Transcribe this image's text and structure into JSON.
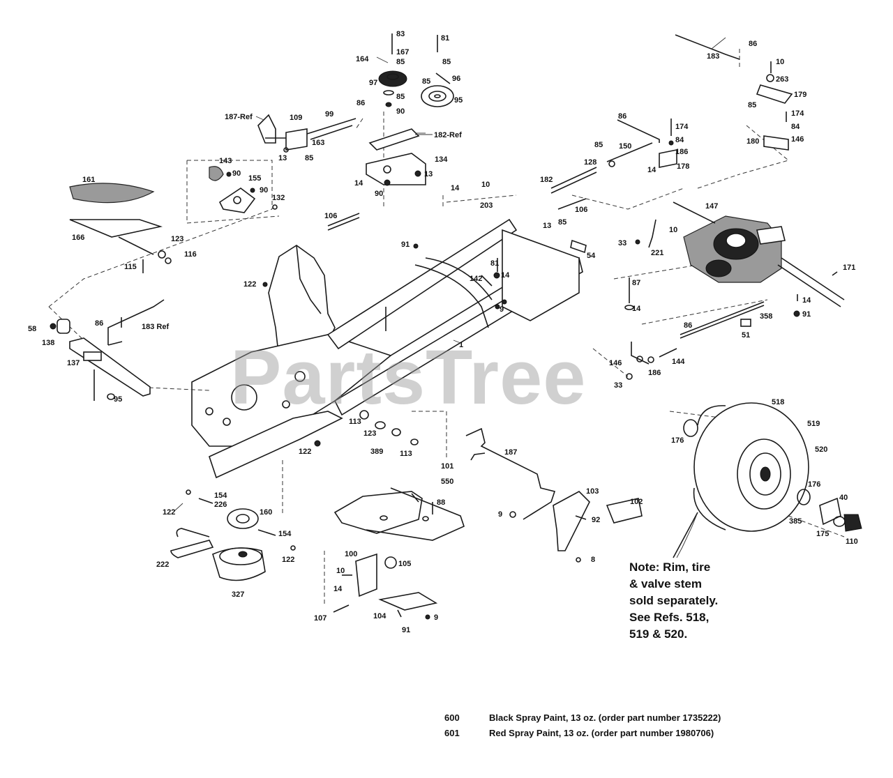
{
  "watermark": "PartsTree",
  "note": {
    "lines": [
      "Note:  Rim, tire",
      "& valve stem",
      "sold separately.",
      "See Refs. 518,",
      "519 & 520."
    ]
  },
  "paint_list": [
    {
      "number": "600",
      "description": "Black Spray Paint, 13 oz. (order part number 1735222)"
    },
    {
      "number": "601",
      "description": "Red Spray Paint, 13 oz. (order part number 1980706)"
    }
  ],
  "callouts": {
    "c83": "83",
    "c81": "81",
    "c167": "167",
    "c164": "164",
    "c85a": "85",
    "c85b": "85",
    "c96": "96",
    "c97": "97",
    "c85c": "85",
    "c85d": "85",
    "c95": "95",
    "c90a": "90",
    "c183": "183",
    "c86a": "86",
    "c10a": "10",
    "c263": "263",
    "c179": "179",
    "c85e": "85",
    "c174a": "174",
    "c84a": "84",
    "c180": "180",
    "c146a": "146",
    "c187ref": "187-Ref",
    "c109": "109",
    "c99": "99",
    "c86b": "86",
    "c182ref": "182-Ref",
    "c163": "163",
    "c13a": "13",
    "c85f": "85",
    "c134": "134",
    "c13b": "13",
    "c14a": "14",
    "c90b": "90",
    "c86c": "86",
    "c174b": "174",
    "c84b": "84",
    "c186a": "186",
    "c178a": "178",
    "c14b": "14",
    "c150": "150",
    "c85g": "85",
    "c128": "128",
    "c182": "182",
    "c143": "143",
    "c90c": "90",
    "c155": "155",
    "c90d": "90",
    "c132": "132",
    "c14c": "14",
    "c10b": "10",
    "c203": "203",
    "c161": "161",
    "c106a": "106",
    "c106b": "106",
    "c13c": "13",
    "c85h": "85",
    "c147": "147",
    "c166": "166",
    "c123a": "123",
    "c116": "116",
    "c115": "115",
    "c91a": "91",
    "c33a": "33",
    "c10c": "10",
    "c221": "221",
    "c54": "54",
    "c81b": "81",
    "c122a": "122",
    "c142": "142",
    "c14d": "14",
    "c171": "171",
    "c87": "87",
    "c14e": "14",
    "c9a": "9",
    "c14f": "14",
    "c91b": "91",
    "c358": "358",
    "c58": "58",
    "c138": "138",
    "c86d": "86",
    "c183ref": "183 Ref",
    "c86e": "86",
    "c51": "51",
    "c1": "1",
    "c137": "137",
    "c146b": "146",
    "c144": "144",
    "c186b": "186",
    "c33b": "33",
    "c95b": "95",
    "c518": "518",
    "c113a": "113",
    "c123b": "123",
    "c176a": "176",
    "c519": "519",
    "c389": "389",
    "c113b": "113",
    "c520": "520",
    "c122b": "122",
    "c187": "187",
    "c101": "101",
    "c550": "550",
    "c154": "154",
    "c226": "226",
    "c122c": "122",
    "c160": "160",
    "c103": "103",
    "c102": "102",
    "c176b": "176",
    "c40": "40",
    "c88": "88",
    "c9b": "9",
    "c92": "92",
    "c385": "385",
    "c175": "175",
    "c110": "110",
    "c154b": "154",
    "c122d": "122",
    "c222": "222",
    "c100": "100",
    "c105": "105",
    "c8": "8",
    "c10d": "10",
    "c14g": "14",
    "c327": "327",
    "c104": "104",
    "c9c": "9",
    "c91c": "91",
    "c107": "107"
  }
}
